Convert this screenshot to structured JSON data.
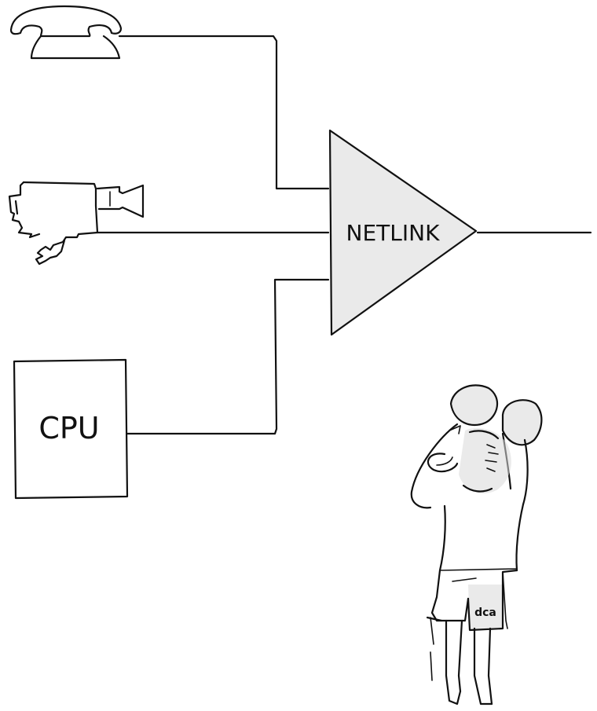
{
  "diagram": {
    "hub_label": "NETLINK",
    "cpu_label": "CPU",
    "shorts_logo_text": "dca",
    "icons": [
      "telephone-icon",
      "video-camera-icon",
      "cpu-box",
      "boxer-figure"
    ]
  }
}
